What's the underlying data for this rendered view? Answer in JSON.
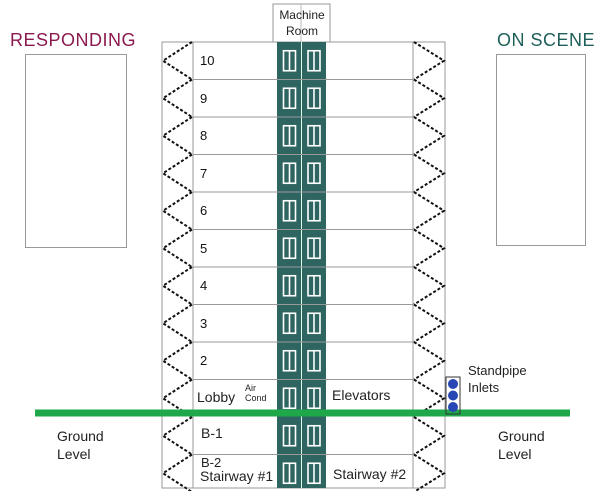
{
  "headers": {
    "responding": "RESPONDING",
    "on_scene": "ON SCENE"
  },
  "machine_room": {
    "line1": "Machine",
    "line2": "Room"
  },
  "floors": [
    "10",
    "9",
    "8",
    "7",
    "6",
    "5",
    "4",
    "3",
    "2"
  ],
  "lobby": {
    "label": "Lobby",
    "ac_line1": "Air",
    "ac_line2": "Cond",
    "elevators": "Elevators"
  },
  "basement": {
    "b1": "B-1",
    "b2": "B-2",
    "stair1": "Stairway #1",
    "stair2": "Stairway #2"
  },
  "ground": {
    "left_line1": "Ground",
    "left_line2": "Level",
    "right_line1": "Ground",
    "right_line2": "Level"
  },
  "standpipe": {
    "line1": "Standpipe",
    "line2": "Inlets",
    "count": 3
  },
  "colors": {
    "shaft": "#2e6561",
    "ground_line": "#1ea84a",
    "responding": "#8b1a4f",
    "on_scene": "#1d5f59",
    "inlet": "#2747b5"
  }
}
